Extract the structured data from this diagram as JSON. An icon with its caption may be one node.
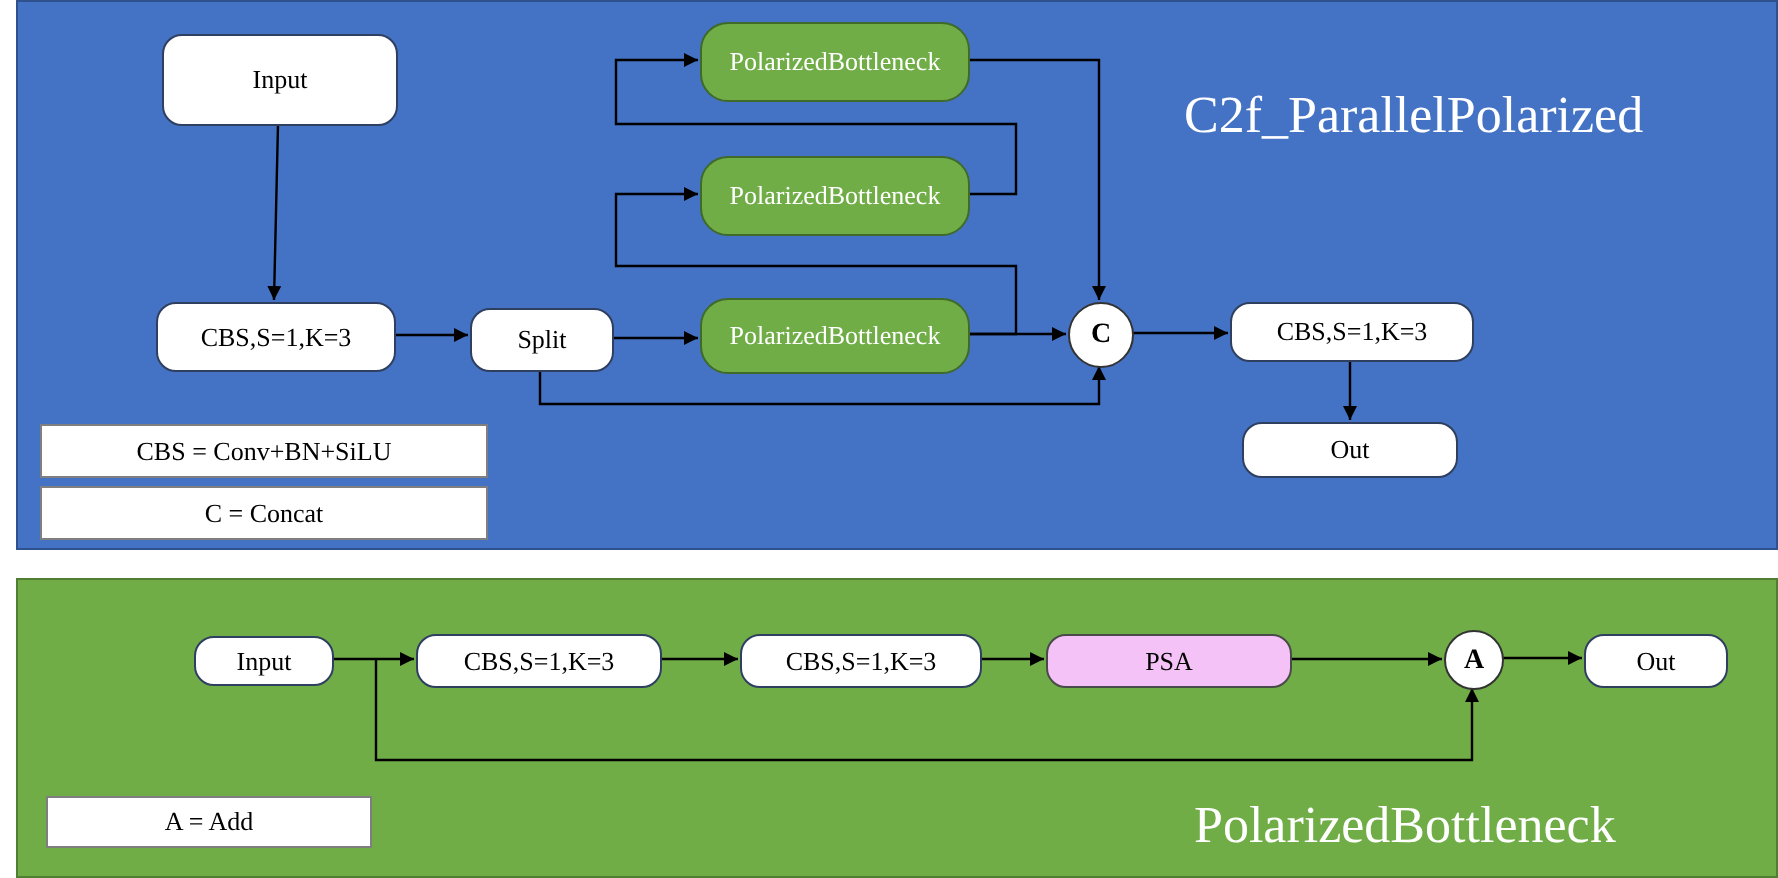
{
  "diagram": {
    "nodes": [
      {
        "text": [
          "C2f_ParallelPolarized"
        ]
      },
      {
        "text": [
          "Input"
        ],
        "in": 0
      },
      {
        "text": [
          "PolarizedBottleneck"
        ],
        "in": 0
      },
      {
        "text": [
          "PolarizedBottleneck"
        ],
        "in": 0
      },
      {
        "text": [
          "CBS,S=1,K=3"
        ],
        "in": 0
      },
      {
        "text": [
          "Split"
        ],
        "in": 0
      },
      {
        "text": [
          "PolarizedBottleneck"
        ],
        "in": 0
      },
      {
        "text": [
          "C"
        ],
        "in": 0
      },
      {
        "text": [
          "CBS,S=1,K=3"
        ],
        "in": 0
      },
      {
        "text": [
          "CBS = Conv+BN+SiLU"
        ],
        "in": 0
      },
      {
        "text": [
          "C = Concat"
        ],
        "in": 0
      },
      {
        "text": [
          "Out"
        ],
        "in": 0
      },
      {
        "text": [
          "PolarizedBottleneck"
        ]
      },
      {
        "text": [
          "Input"
        ],
        "in": 12
      },
      {
        "text": [
          "CBS,S=1,K=3"
        ],
        "in": 12
      },
      {
        "text": [
          "CBS,S=1,K=3"
        ],
        "in": 12
      },
      {
        "text": [
          "PSA"
        ],
        "in": 12
      },
      {
        "text": [
          "A"
        ],
        "in": 12
      },
      {
        "text": [
          "Out"
        ],
        "in": 12
      },
      {
        "text": [
          "A = Add"
        ],
        "in": 12
      }
    ],
    "edges": [
      {
        "from": 1,
        "to": 4,
        "arrow": "to"
      },
      {
        "from": 4,
        "to": 5,
        "arrow": "to"
      },
      {
        "from": 5,
        "to": 6,
        "arrow": "to"
      },
      {
        "from": 5,
        "to": 7,
        "arrow": "to"
      },
      {
        "from": 6,
        "to": 7,
        "arrow": "to"
      },
      {
        "from": 6,
        "to": 3,
        "arrow": "to"
      },
      {
        "from": 3,
        "to": 2,
        "arrow": "to"
      },
      {
        "from": 2,
        "to": 7,
        "arrow": "to"
      },
      {
        "from": 7,
        "to": 8,
        "arrow": "to"
      },
      {
        "from": 8,
        "to": 11,
        "arrow": "to"
      },
      {
        "from": 13,
        "to": 14,
        "arrow": "to"
      },
      {
        "from": 14,
        "to": 15,
        "arrow": "to"
      },
      {
        "from": 15,
        "to": 16,
        "arrow": "to"
      },
      {
        "from": 16,
        "to": 17,
        "arrow": "to"
      },
      {
        "from": 13,
        "to": 17,
        "arrow": "to"
      },
      {
        "from": 17,
        "to": 18,
        "arrow": "to"
      }
    ]
  }
}
